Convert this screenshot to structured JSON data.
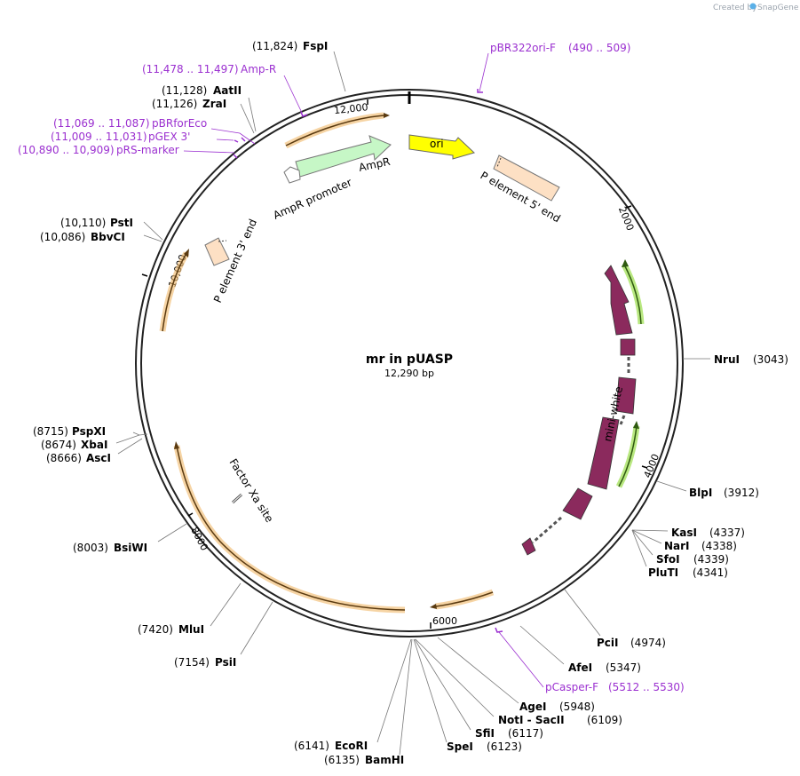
{
  "watermark": {
    "prefix": "Created by",
    "brand": "SnapGene"
  },
  "plasmid": {
    "name": "mr in pUASP",
    "size_text": "12,290 bp"
  },
  "ticks": [
    "2000",
    "4000",
    "6000",
    "8000",
    "10,000",
    "12,000"
  ],
  "features": {
    "ori": "ori",
    "p5": "P element 5' end",
    "p3": "P element 3' end",
    "ampr": "AmpR",
    "ampr_promoter": "AmpR promoter",
    "mini_white": "mini-white",
    "factor_xa": "Factor Xa site"
  },
  "colors": {
    "ori": "#ffff00",
    "ampr": "#c6f7c6",
    "p_element": "#fde0c4",
    "mini_white": "#8b2a5d",
    "orange_arc": "#f0b868",
    "green_arc": "#9bde4b",
    "primer": "#9b30d0"
  },
  "sites": {
    "fspi": {
      "name": "FspI",
      "pos": "(11,824)"
    },
    "aatii": {
      "name": "AatII",
      "pos": "(11,128)"
    },
    "zrai": {
      "name": "ZraI",
      "pos": "(11,126)"
    },
    "psti": {
      "name": "PstI",
      "pos": "(10,110)"
    },
    "bbvci": {
      "name": "BbvCI",
      "pos": "(10,086)"
    },
    "pspxi": {
      "name": "PspXI",
      "pos": "(8715)"
    },
    "xbai": {
      "name": "XbaI",
      "pos": "(8674)"
    },
    "asci": {
      "name": "AscI",
      "pos": "(8666)"
    },
    "bsiwi": {
      "name": "BsiWI",
      "pos": "(8003)"
    },
    "mlui": {
      "name": "MluI",
      "pos": "(7420)"
    },
    "psii": {
      "name": "PsiI",
      "pos": "(7154)"
    },
    "ecori": {
      "name": "EcoRI",
      "pos": "(6141)"
    },
    "bamhi": {
      "name": "BamHI",
      "pos": "(6135)"
    },
    "spei": {
      "name": "SpeI",
      "pos": "(6123)"
    },
    "sfii": {
      "name": "SfiI",
      "pos": "(6117)"
    },
    "noti_sacii": {
      "name": "NotI - SacII",
      "pos": "(6109)"
    },
    "agei": {
      "name": "AgeI",
      "pos": "(5948)"
    },
    "afei": {
      "name": "AfeI",
      "pos": "(5347)"
    },
    "pcii": {
      "name": "PciI",
      "pos": "(4974)"
    },
    "plutii": {
      "name": "PluTI",
      "pos": "(4341)"
    },
    "sfoi": {
      "name": "SfoI",
      "pos": "(4339)"
    },
    "nari": {
      "name": "NarI",
      "pos": "(4338)"
    },
    "kasi": {
      "name": "KasI",
      "pos": "(4337)"
    },
    "blpi": {
      "name": "BlpI",
      "pos": "(3912)"
    },
    "nrui": {
      "name": "NruI",
      "pos": "(3043)"
    }
  },
  "primers": {
    "pbr322ori": {
      "name": "pBR322ori-F",
      "range": "(490 .. 509)"
    },
    "ampr_p": {
      "name": "Amp-R",
      "range": "(11,478 .. 11,497)"
    },
    "pbrforeco": {
      "name": "pBRforEco",
      "range": "(11,069 .. 11,087)"
    },
    "pgex3": {
      "name": "pGEX 3'",
      "range": "(11,009 .. 11,031)"
    },
    "prsmarker": {
      "name": "pRS-marker",
      "range": "(10,890 .. 10,909)"
    },
    "pcasper": {
      "name": "pCasper-F",
      "range": "(5512 .. 5530)"
    }
  }
}
